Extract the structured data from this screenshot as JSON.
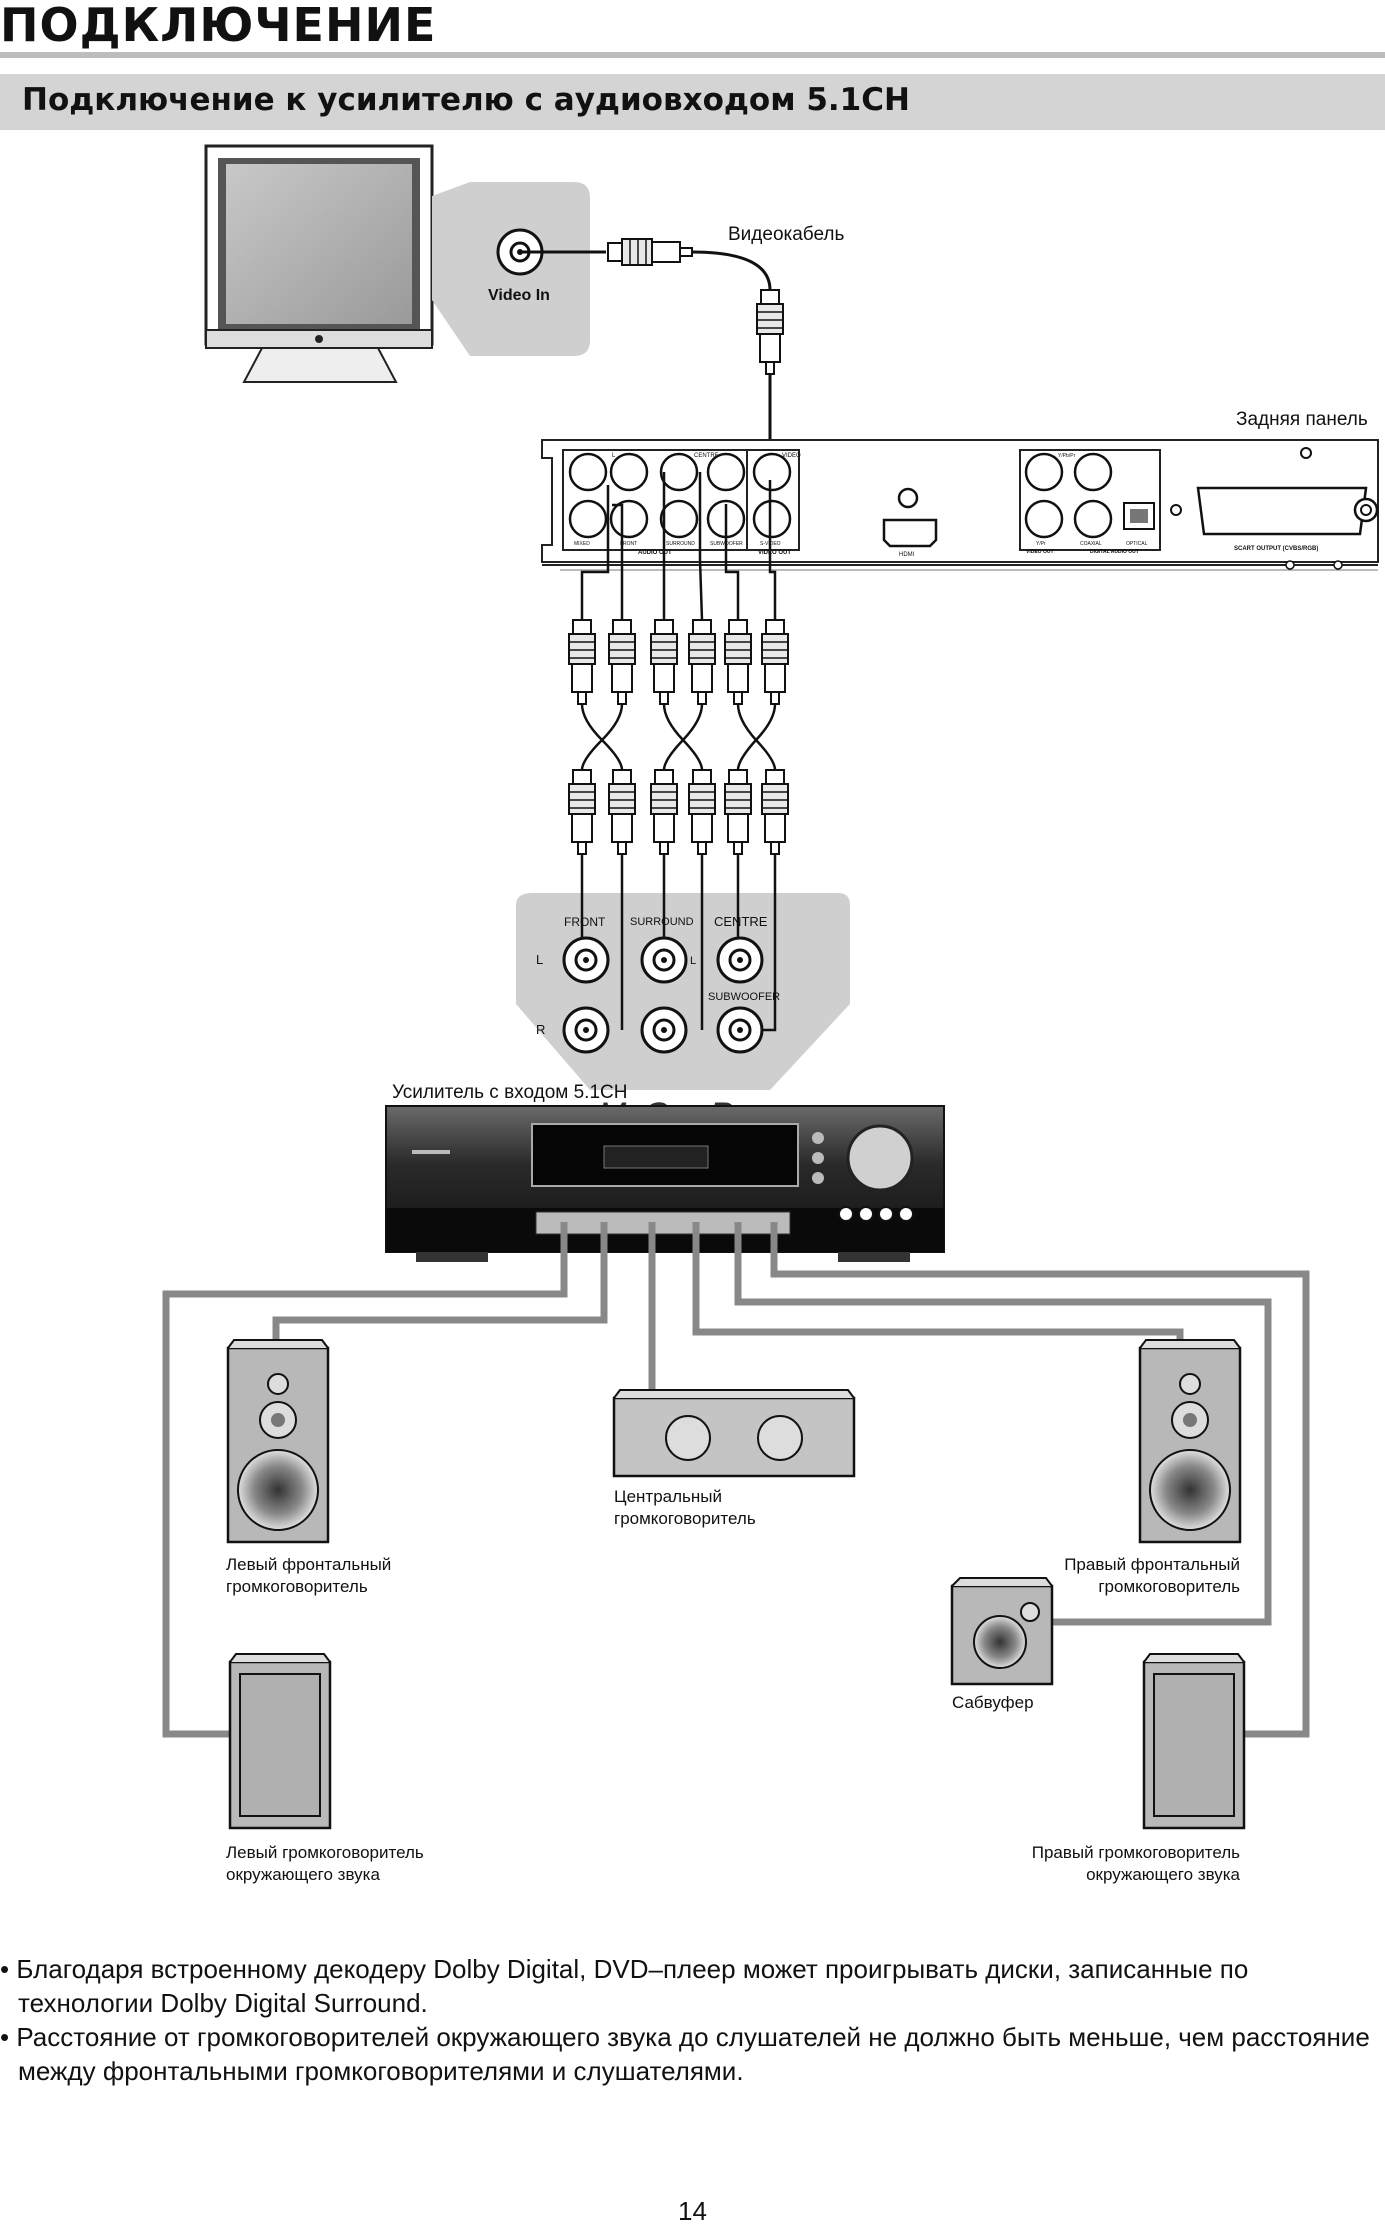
{
  "page": {
    "section_title": "ПОДКЛЮЧЕНИЕ",
    "subtitle": "Подключение к усилителю с аудиовходом 5.1CH",
    "page_number": "14"
  },
  "diagram": {
    "tv_input_label": "Video In",
    "video_cable_label": "Видеокабель",
    "rear_panel_label": "Задняя панель",
    "player_ports": {
      "top_labels": [
        "L",
        "CENTRE",
        "VIDEO"
      ],
      "bottom_labels": [
        "MIXED",
        "FRONT",
        "SURROUND",
        "SUBWOOFER",
        "S-VIDEO"
      ],
      "group_audio_out": "AUDIO OUT",
      "group_video_out": "VIDEO OUT",
      "hdmi": "HDMI",
      "right_top": "Y/Pb/Pr",
      "right_bottom": [
        "Y/Pr",
        "COAXIAL",
        "OPTICAL"
      ],
      "right_group_video": "VIDEO OUT",
      "right_group_audio": "DIGITAL AUDIO OUT",
      "scart": "SCART OUTPUT (CVBS/RGB)"
    },
    "amp_inputs": {
      "front": "FRONT",
      "surround": "SURROUND",
      "centre": "CENTRE",
      "subwoofer": "SUBWOOFER",
      "left": "L",
      "right": "R",
      "surround_l": "L"
    },
    "amplifier_label": "Усилитель с входом 5.1CH",
    "watermark": "McGrp.Ru",
    "center_speaker": [
      "Центральный",
      "громкоговоритель"
    ],
    "left_front": [
      "Левый фронтальный",
      "громкоговоритель"
    ],
    "right_front": [
      "Правый фронтальный",
      "громкоговоритель"
    ],
    "subwoofer": "Сабвуфер",
    "left_surround": [
      "Левый громкоговоритель",
      "окружающего звука"
    ],
    "right_surround": [
      "Правый громкоговоритель",
      "окружающего звука"
    ]
  },
  "notes": [
    "• Благодаря встроенному декодеру Dolby Digital, DVD–плеер может проигрывать диски, записанные по технологии Dolby Digital Surround.",
    "• Расстояние от громкоговорителей окружающего звука до слушателей не должно быть меньше, чем расстояние между фронтальными громкоговорителями и слушателями."
  ]
}
